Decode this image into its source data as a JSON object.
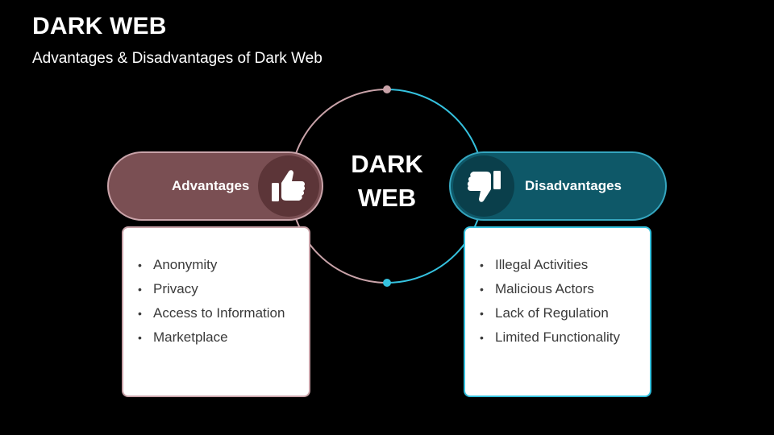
{
  "header": {
    "title": "DARK WEB",
    "subtitle": "Advantages & Disadvantages of Dark Web"
  },
  "center": {
    "line1": "DARK",
    "line2": "WEB"
  },
  "advantages": {
    "label": "Advantages",
    "icon": "thumbs-up-icon",
    "items": [
      "Anonymity",
      "Privacy",
      "Access to Information",
      "Marketplace"
    ]
  },
  "disadvantages": {
    "label": "Disadvantages",
    "icon": "thumbs-down-icon",
    "items": [
      "Illegal Activities",
      "Malicious Actors",
      "Lack of Regulation",
      "Limited Functionality"
    ]
  },
  "colors": {
    "background": "#000000",
    "advantages_accent": "#7a4f53",
    "advantages_outline": "#c9a3a9",
    "disadvantages_accent": "#0e5868",
    "disadvantages_outline": "#35c2df"
  }
}
